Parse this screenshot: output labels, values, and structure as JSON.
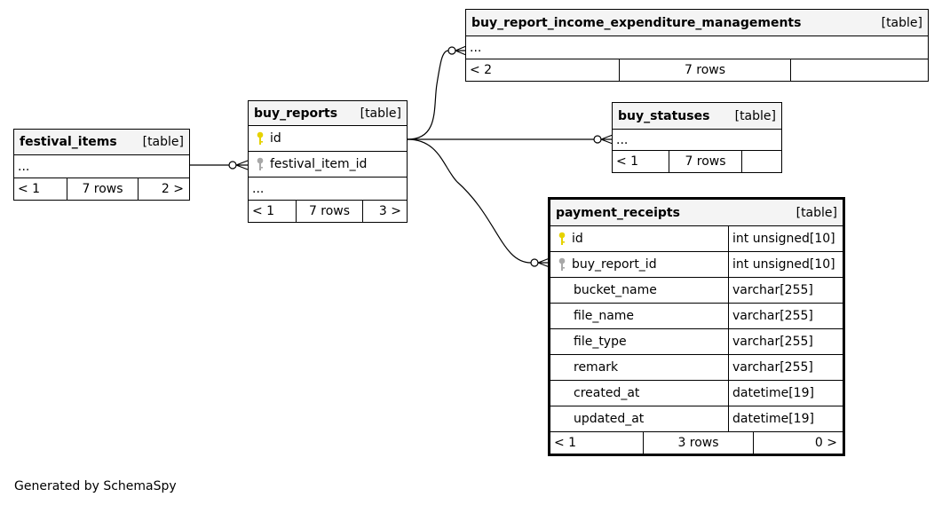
{
  "tables": {
    "festival_items": {
      "name": "festival_items",
      "kind": "[table]",
      "ellipsis": "...",
      "foot_left": "< 1",
      "foot_mid": "7 rows",
      "foot_right": "2 >"
    },
    "buy_reports": {
      "name": "buy_reports",
      "kind": "[table]",
      "col1": "id",
      "col2": "festival_item_id",
      "ellipsis": "...",
      "foot_left": "< 1",
      "foot_mid": "7 rows",
      "foot_right": "3 >"
    },
    "bri": {
      "name": "buy_report_income_expenditure_managements",
      "kind": "[table]",
      "ellipsis": "...",
      "foot_left": "< 2",
      "foot_mid": "7 rows",
      "foot_right": ""
    },
    "buy_statuses": {
      "name": "buy_statuses",
      "kind": "[table]",
      "ellipsis": "...",
      "foot_left": "< 1",
      "foot_mid": "7 rows",
      "foot_right": ""
    },
    "payment_receipts": {
      "name": "payment_receipts",
      "kind": "[table]",
      "columns": [
        {
          "name": "id",
          "type": "int unsigned[10]",
          "key": "primary"
        },
        {
          "name": "buy_report_id",
          "type": "int unsigned[10]",
          "key": "foreign"
        },
        {
          "name": "bucket_name",
          "type": "varchar[255]",
          "key": "none"
        },
        {
          "name": "file_name",
          "type": "varchar[255]",
          "key": "none"
        },
        {
          "name": "file_type",
          "type": "varchar[255]",
          "key": "none"
        },
        {
          "name": "remark",
          "type": "varchar[255]",
          "key": "none"
        },
        {
          "name": "created_at",
          "type": "datetime[19]",
          "key": "none"
        },
        {
          "name": "updated_at",
          "type": "datetime[19]",
          "key": "none"
        }
      ],
      "foot_left": "< 1",
      "foot_mid": "3 rows",
      "foot_right": "0 >"
    }
  },
  "colors": {
    "primary_key": "#e6d200",
    "foreign_key": "#a8a8a8",
    "header_bg": "#f4f4f4"
  },
  "footer": "Generated by SchemaSpy"
}
